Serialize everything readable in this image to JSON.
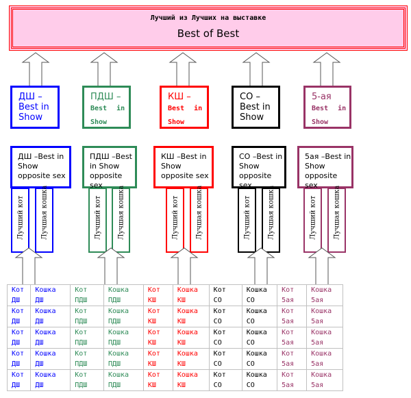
{
  "title": {
    "ru": "Лучший из Лучших на выставке",
    "en": "Best of Best"
  },
  "groups": [
    {
      "code": "ДШ",
      "color": "#0000ff",
      "bis": "ДШ – Best in Show",
      "bis_mono": false,
      "opp": "ДШ –Best in Show opposite sex",
      "male": "Лучший кот",
      "female": "Лучшая кошка"
    },
    {
      "code": "ПДШ",
      "color": "#2e8b57",
      "bis": "ПДШ –",
      "bis2": "Best in Show",
      "bis_mono": true,
      "opp": "ПДШ –Best in Show opposite sex",
      "male": "Лучший кот",
      "female": "Лучшая кошка"
    },
    {
      "code": "КШ",
      "color": "#ff0000",
      "bis": "КШ –",
      "bis2": "Best in Show",
      "bis_mono": true,
      "opp": "КШ –Best in Show opposite sex",
      "male": "Лучший кот",
      "female": "Лучшая кошка"
    },
    {
      "code": "СО",
      "color": "#000000",
      "bis": "СО – Best in Show",
      "bis_mono": false,
      "opp": "СО –Best in Show opposite sex",
      "male": "Лучший кот",
      "female": "Лучшая кошка"
    },
    {
      "code": "5ая",
      "color": "#993366",
      "bis": "5-ая",
      "bis2": "Best in Show",
      "bis_mono": true,
      "opp": "5ая –Best in Show opposite sex",
      "male": "Лучший кот",
      "female": "Лучшая кошка"
    }
  ],
  "table": {
    "male": "Кот",
    "female": "Кошка",
    "rows": 5
  }
}
